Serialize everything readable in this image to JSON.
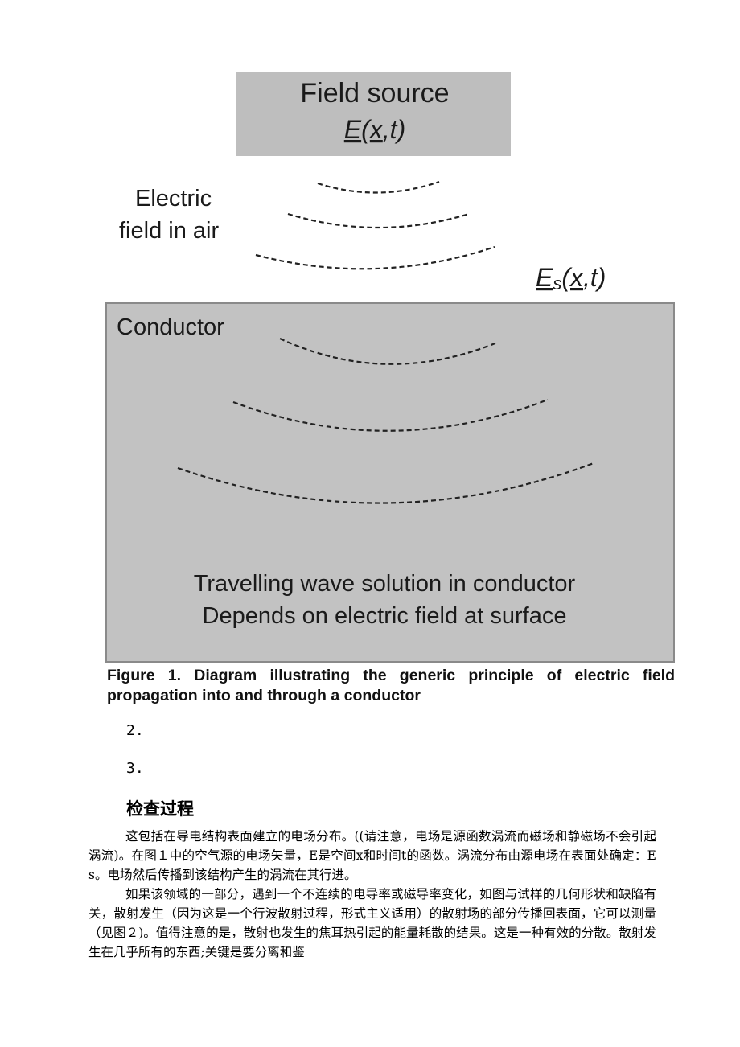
{
  "figure": {
    "source_box": {
      "title": "Field source",
      "formula_symbol": "E",
      "formula_paren_open": "(",
      "formula_var": "x",
      "formula_rest": ",t)"
    },
    "air_label": [
      "Electric",
      "field in air"
    ],
    "surface_field": {
      "symbol": "E",
      "subscript": "s",
      "paren_open": "(",
      "var": "x",
      "rest": ",t)"
    },
    "conductor": {
      "label": "Conductor",
      "text_line1": "Travelling wave solution in conductor",
      "text_line2": "Depends on electric field at surface"
    },
    "colors": {
      "source_box_fill": "#bebebe",
      "conductor_fill": "#c2c2c2",
      "border": "#8a8a8a"
    }
  },
  "caption": "Figure 1. Diagram illustrating the generic principle of electric field propagation into and through a conductor",
  "list_items": [
    "2.",
    "3."
  ],
  "section_heading": "检查过程",
  "paragraphs": [
    "这包括在导电结构表面建立的电场分布。((请注意，电场是源函数涡流而磁场和静磁场不会引起涡流)。在图１中的空气源的电场矢量，E是空间x和时间t的函数。涡流分布由源电场在表面处确定：Es。电场然后传播到该结构产生的涡流在其行进。",
    "如果该领域的一部分，遇到一个不连续的电导率或磁导率变化，如图与试样的几何形状和缺陷有关，散射发生（因为这是一个行波散射过程，形式主义适用）的散射场的部分传播回表面，它可以测量（见图２)。值得注意的是，散射也发生的焦耳热引起的能量耗散的结果。这是一种有效的分散。散射发生在几乎所有的东西;关键是要分离和鉴"
  ]
}
